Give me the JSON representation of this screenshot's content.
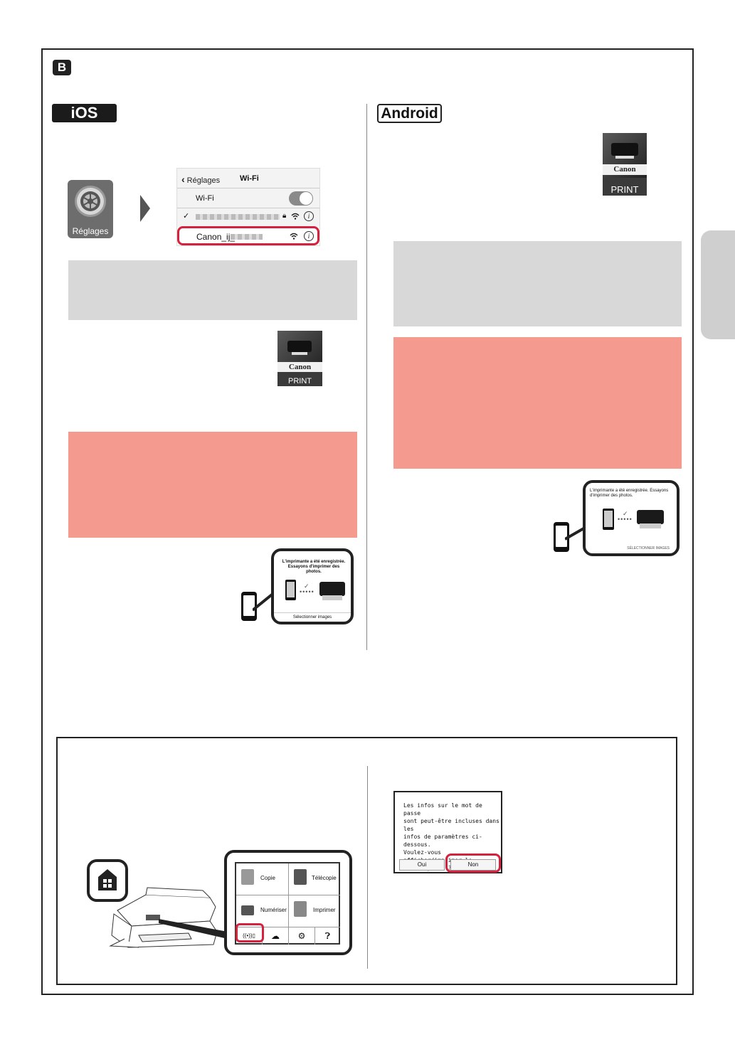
{
  "section_label": "B",
  "ios": {
    "badge": "iOS",
    "settings_icon_label": "Réglages",
    "wifi_panel": {
      "back_label": "Réglages",
      "title": "Wi-Fi",
      "wifi_row_label": "Wi-Fi",
      "network_name": "Canon_ij_"
    },
    "bubble": {
      "message": "L'imprimante a été enregistrée. Essayons d'imprimer des photos.",
      "button": "Sélectionner images"
    }
  },
  "android": {
    "badge": "Android",
    "bubble": {
      "message": "L'imprimante a été enregistrée. Essayons d'imprimer des photos.",
      "button": "SÉLECTIONNER IMAGES"
    }
  },
  "canon_icon": {
    "logo": "Canon",
    "label": "PRINT"
  },
  "printer_panel": {
    "copy": "Copie",
    "fax": "Télécopie",
    "scan": "Numériser",
    "print": "Imprimer"
  },
  "dialog": {
    "message_lines": [
      "Les infos sur le mot de passe",
      "sont peut-être incluses dans les",
      "infos de paramètres ci-dessous.",
      "Voulez-vous afficher/imprimer le",
      "mot de passe ?"
    ],
    "yes": "Oui",
    "no": "Non"
  },
  "colors": {
    "highlight_red": "#d4213d",
    "note_grey": "#d8d8d8",
    "warning_pink": "#f49a8f"
  }
}
